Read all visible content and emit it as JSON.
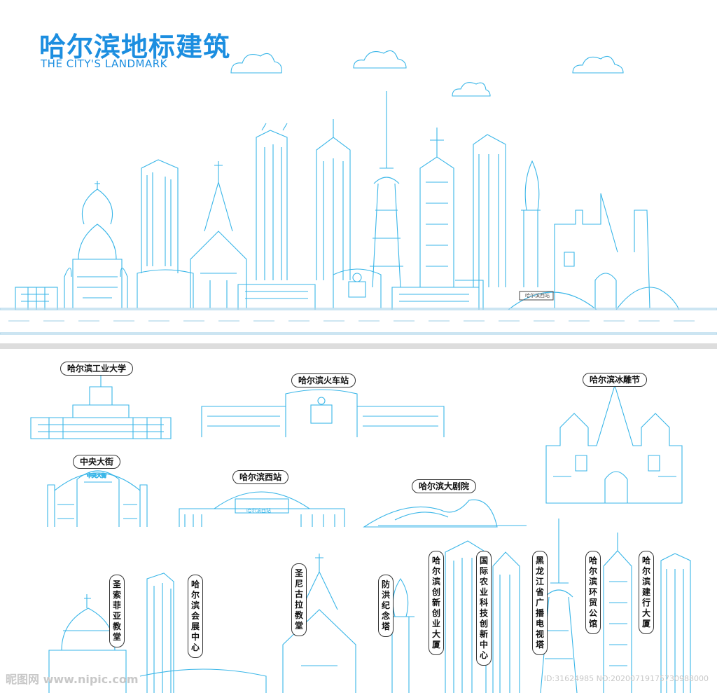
{
  "header": {
    "title": "哈尔滨地标建筑",
    "subtitle": "THE CITY'S LANDMARK"
  },
  "labels": {
    "hit": "哈尔滨工业大学",
    "station": "哈尔滨火车站",
    "ice": "哈尔滨冰雕节",
    "zhongyang": "中央大街",
    "west": "哈尔滨西站",
    "theatre": "哈尔滨大剧院",
    "sophia": "圣索菲亚教堂",
    "expo": "哈尔滨会展中心",
    "nicholas": "圣尼古拉教堂",
    "flood": "防洪纪念塔",
    "innovation": "哈尔滨创新创业大厦",
    "agri": "国际农业科技创新中心",
    "tvtower": "黑龙江省广播电视塔",
    "trade": "哈尔滨环贸公馆",
    "ccb": "哈尔滨建行大厦"
  },
  "signs": {
    "zhongyang_arch": "中央大街",
    "west_station": "哈尔滨西站",
    "skyline_station": "哈尔滨西站"
  },
  "watermark": {
    "brand": "昵图网 www.nipic.com",
    "id": "ID:31624985 NO:20200719175730988000"
  },
  "colors": {
    "line": "#3ab6e8",
    "title": "#1c8ee0"
  }
}
